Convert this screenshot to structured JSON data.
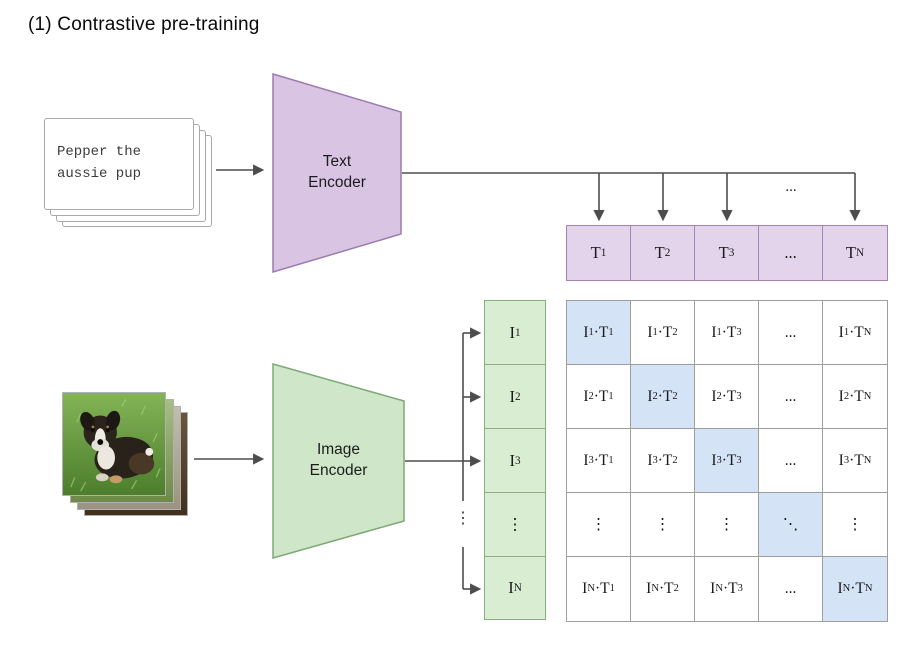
{
  "title": "(1) Contrastive pre-training",
  "text_input": {
    "caption": "Pepper the aussie pup"
  },
  "text_encoder": {
    "label": "Text Encoder"
  },
  "image_encoder": {
    "label": "Image Encoder"
  },
  "labels": {
    "top_ellipsis": "...",
    "trunk_dots": "⋮"
  },
  "text_embeddings": [
    "T_1",
    "T_2",
    "T_3",
    "...",
    "T_N"
  ],
  "image_embeddings": [
    "I_1",
    "I_2",
    "I_3",
    "⋮",
    "I_N"
  ],
  "matrix": {
    "rows": [
      [
        "I_1·T_1",
        "I_1·T_2",
        "I_1·T_3",
        "...",
        "I_1·T_N"
      ],
      [
        "I_2·T_1",
        "I_2·T_2",
        "I_2·T_3",
        "...",
        "I_2·T_N"
      ],
      [
        "I_3·T_1",
        "I_3·T_2",
        "I_3·T_3",
        "...",
        "I_3·T_N"
      ],
      [
        "⋮",
        "⋮",
        "⋮",
        "⋱",
        "⋮"
      ],
      [
        "I_N·T_1",
        "I_N·T_2",
        "I_N·T_3",
        "...",
        "I_N·T_N"
      ]
    ],
    "diagonal_highlighted": true
  },
  "colors": {
    "text_cell_fill": "#e3d3eb",
    "text_cell_border": "#a283b3",
    "text_encoder_fill": "#d9c4e4",
    "text_encoder_border": "#9c7bb0",
    "image_cell_fill": "#d9edd3",
    "image_cell_border": "#86b07c",
    "image_encoder_fill": "#cfe7c8",
    "image_encoder_border": "#7fa877",
    "diagonal_highlight": "#d5e3f7",
    "grid_border": "#9e9e9e",
    "arrow": "#4d4d4d"
  }
}
